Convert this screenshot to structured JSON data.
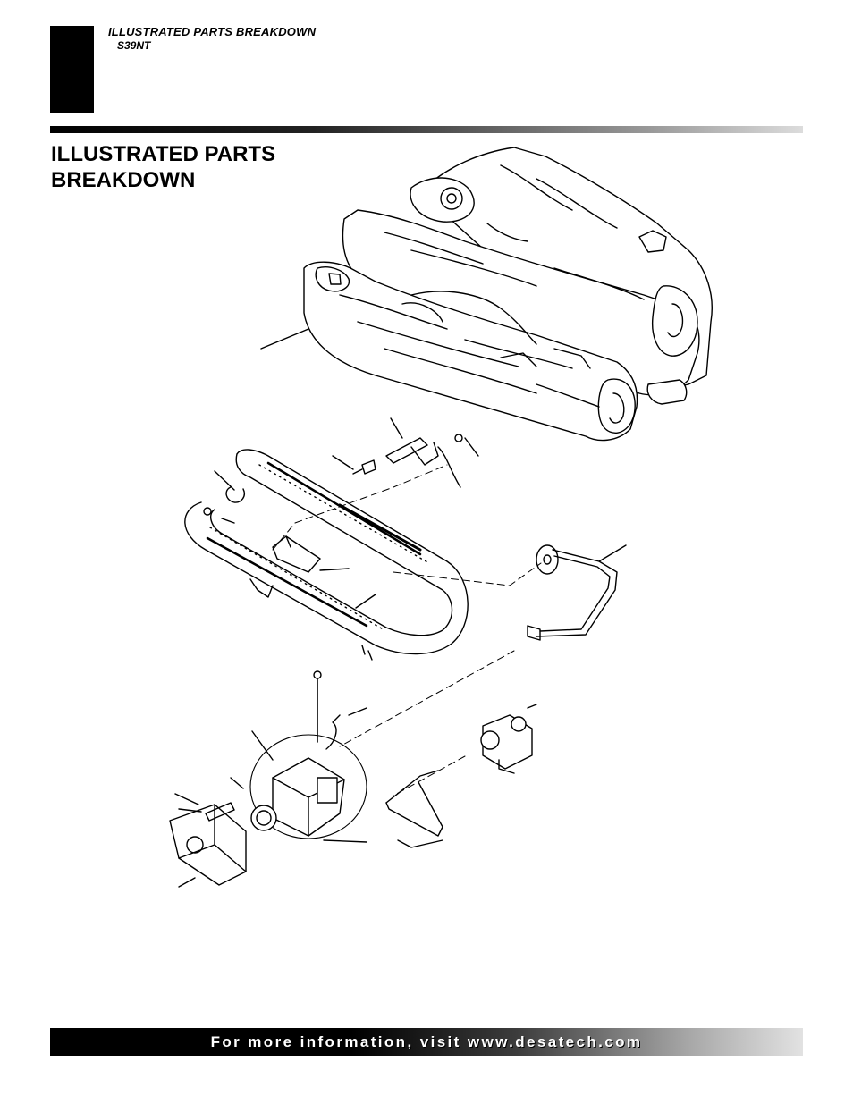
{
  "header": {
    "section_title": "ILLUSTRATED PARTS BREAKDOWN",
    "model": "S39NT"
  },
  "page_title": "ILLUSTRATED PARTS BREAKDOWN",
  "footer": {
    "text": "For more information, visit www.desatech.com"
  }
}
